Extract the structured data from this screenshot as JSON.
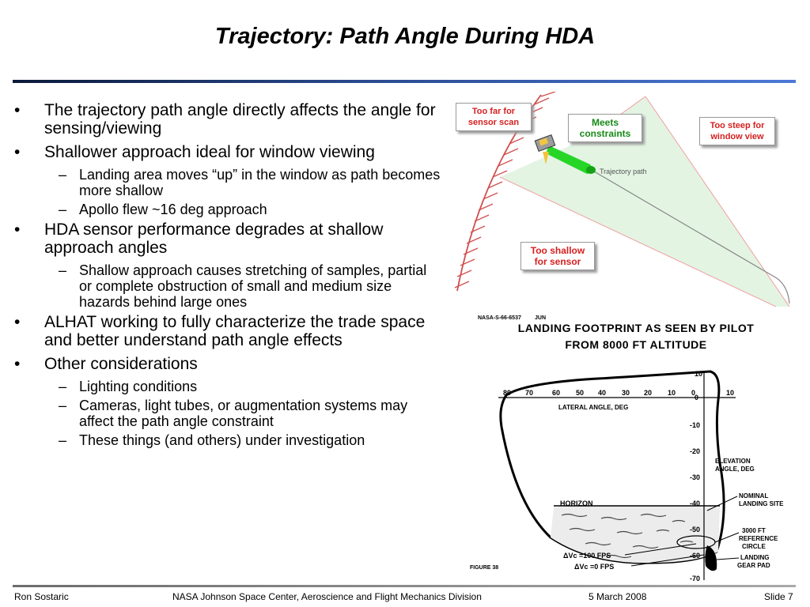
{
  "title": "Trajectory: Path Angle During HDA",
  "bullets": [
    {
      "text": "The trajectory path angle directly affects the angle for sensing/viewing",
      "subs": []
    },
    {
      "text": "Shallower approach ideal for window viewing",
      "subs": [
        "Landing area moves “up” in the window as path becomes more shallow",
        "Apollo flew ~16 deg approach"
      ]
    },
    {
      "text": "HDA sensor performance degrades at shallow approach angles",
      "subs": [
        "Shallow approach causes stretching of samples, partial or complete obstruction of small and medium size hazards behind large ones"
      ]
    },
    {
      "text": "ALHAT working to fully characterize the trade space and better understand path angle effects",
      "subs": []
    },
    {
      "text": "Other considerations",
      "subs": [
        "Lighting conditions",
        "Cameras, light tubes, or augmentation systems may affect the path angle constraint",
        "These things (and others) under investigation"
      ]
    }
  ],
  "diagram": {
    "callout_far_line1": "Too far for",
    "callout_far_line2": "sensor scan",
    "callout_meets_line1": "Meets",
    "callout_meets_line2": "constraints",
    "callout_steep_line1": "Too steep for",
    "callout_steep_line2": "window view",
    "callout_shallow_line1": "Too shallow",
    "callout_shallow_line2": "for sensor",
    "trajectory_label": "Trajectory path"
  },
  "footprint": {
    "nasa_id": "NASA-S-66-6537",
    "month": "JUN",
    "heading_line1": "LANDING FOOTPRINT AS SEEN BY PILOT",
    "heading_line2": "FROM 8000 FT ALTITUDE",
    "lateral_ticks": [
      "80",
      "70",
      "60",
      "50",
      "40",
      "30",
      "20",
      "10",
      "0",
      "10"
    ],
    "lateral_label": "LATERAL ANGLE, DEG",
    "elevation_ticks": [
      "10",
      "0",
      "-10",
      "-20",
      "-30",
      "-40",
      "-50",
      "-60",
      "-70"
    ],
    "elevation_label_line1": "ELEVATION",
    "elevation_label_line2": "ANGLE, DEG",
    "horizon": "HORIZON",
    "nominal_line1": "NOMINAL",
    "nominal_line2": "LANDING SITE",
    "ref_line1": "3000 FT",
    "ref_line2": "REFERENCE",
    "ref_line3": "CIRCLE",
    "gear_line1": "LANDING",
    "gear_line2": "GEAR PAD",
    "dv100": "ΔVc =100 FPS",
    "dv0": "ΔVc =0 FPS",
    "figure": "FIGURE 38"
  },
  "footer": {
    "author": "Ron Sostaric",
    "org": "NASA Johnson Space Center, Aeroscience and Flight Mechanics Division",
    "date": "5 March 2008",
    "slide": "Slide 7"
  }
}
